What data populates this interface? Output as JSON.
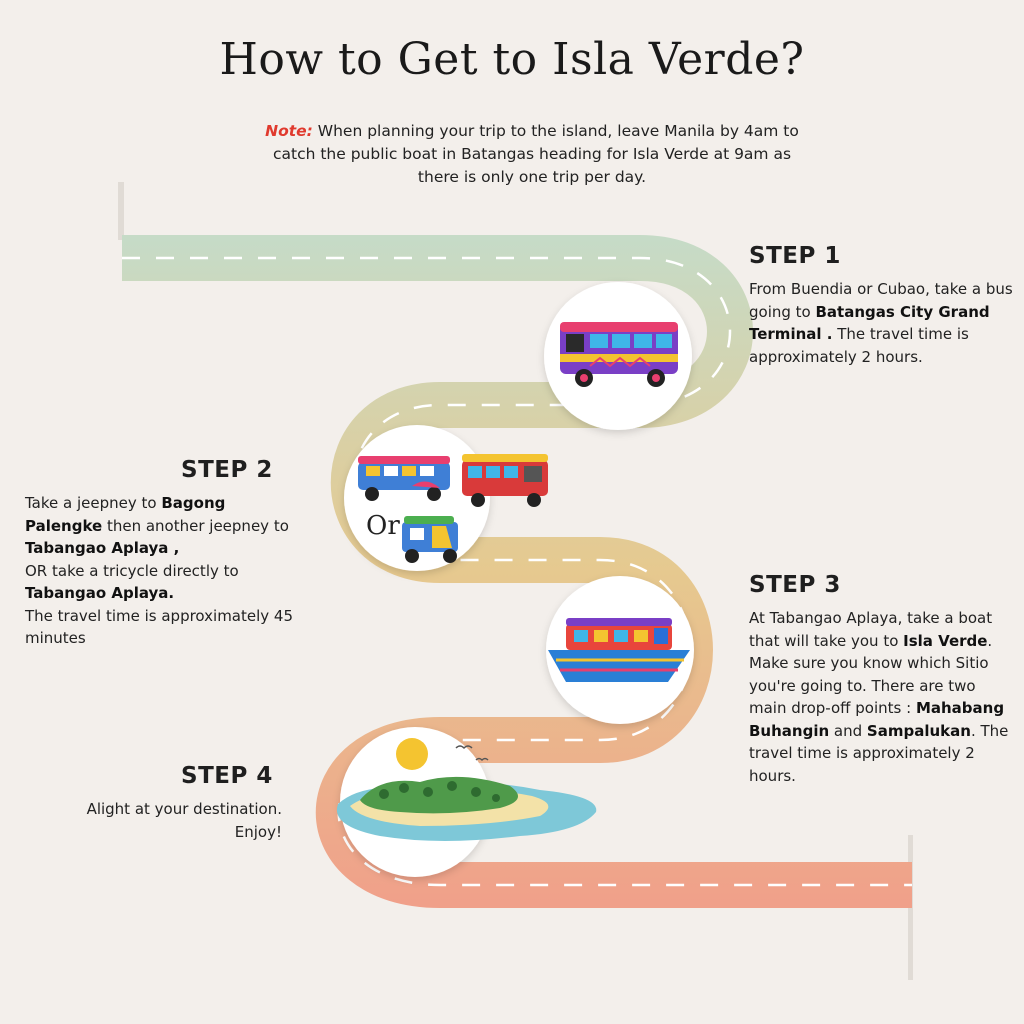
{
  "title": "How to Get to Isla Verde?",
  "note": {
    "label": "Note:",
    "text": " When planning your trip to the island, leave Manila by 4am to catch the public boat in Batangas heading for Isla Verde at 9am as there is only one trip per day."
  },
  "steps": [
    {
      "title": "STEP 1",
      "parts": [
        {
          "t": "From Buendia or Cubao, take a bus going to "
        },
        {
          "t": "Batangas City Grand Terminal .",
          "b": true
        },
        {
          "t": " The travel time is approximately 2 hours."
        }
      ]
    },
    {
      "title": "STEP 2",
      "parts": [
        {
          "t": "Take a jeepney to "
        },
        {
          "t": "Bagong Palengke",
          "b": true
        },
        {
          "t": " then another jeepney to "
        },
        {
          "t": "Tabangao Aplaya ,",
          "b": true
        },
        {
          "br": true
        },
        {
          "t": "OR take a tricycle directly to "
        },
        {
          "t": "Tabangao Aplaya.",
          "b": true
        },
        {
          "br": true
        },
        {
          "t": "The travel time is approximately 45 minutes"
        }
      ]
    },
    {
      "title": "STEP 3",
      "parts": [
        {
          "t": "At Tabangao Aplaya, take a boat that will take you to "
        },
        {
          "t": "Isla Verde",
          "b": true
        },
        {
          "t": ". Make sure you know which Sitio you're going to. There are two main drop-off points : "
        },
        {
          "t": "Mahabang Buhangin",
          "b": true
        },
        {
          "t": " and "
        },
        {
          "t": "Sampalukan",
          "b": true
        },
        {
          "t": ". The travel time is approximately 2 hours."
        }
      ]
    },
    {
      "title": "STEP 4",
      "parts": [
        {
          "t": "Alight at your destination."
        },
        {
          "br": true
        },
        {
          "t": "Enjoy!"
        }
      ]
    }
  ],
  "or_label": "Or",
  "colors": {
    "background": "#f3efeb",
    "note_label": "#e03a2e",
    "road_start": "#c6dbc7",
    "road_mid": "#e6c98f",
    "road_end": "#f0a08a",
    "lane_marking": "#ffffff"
  },
  "icons": [
    "bus-icon",
    "jeepney-icon",
    "tricycle-icon",
    "boat-icon",
    "island-icon"
  ]
}
